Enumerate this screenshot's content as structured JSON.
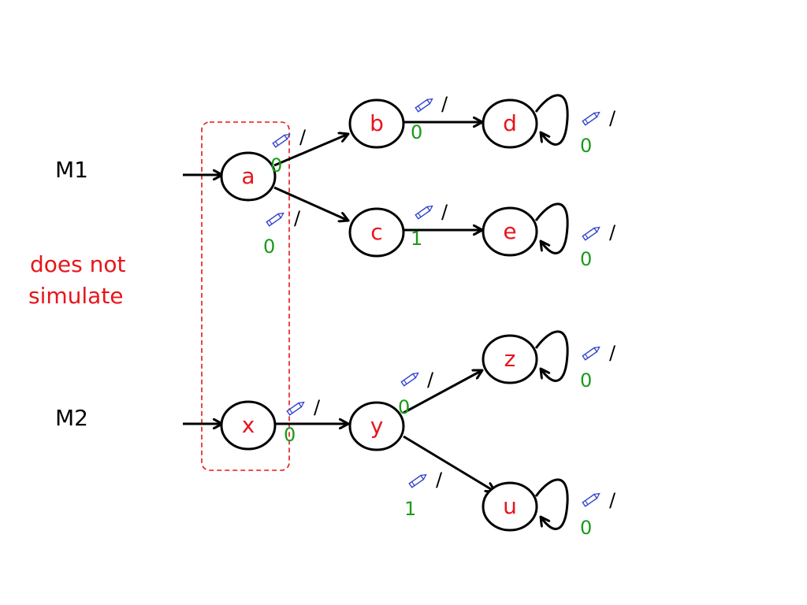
{
  "machines": [
    {
      "label": "M1"
    },
    {
      "label": "M2"
    }
  ],
  "note": {
    "line1": "does not",
    "line2": "simulate"
  },
  "states": {
    "a": "a",
    "b": "b",
    "c": "c",
    "d": "d",
    "e": "e",
    "x": "x",
    "y": "y",
    "z": "z",
    "u": "u"
  },
  "transitions": {
    "ab": {
      "input_icon": "pencil-icon",
      "separator": "/",
      "output": "0"
    },
    "ac": {
      "input_icon": "pencil-icon",
      "separator": "/",
      "output": "0"
    },
    "bd": {
      "input_icon": "pencil-icon",
      "separator": "/",
      "output": "0"
    },
    "ce": {
      "input_icon": "pencil-icon",
      "separator": "/",
      "output": "1"
    },
    "dd": {
      "input_icon": "pencil-icon",
      "separator": "/",
      "output": "0"
    },
    "ee": {
      "input_icon": "pencil-icon",
      "separator": "/",
      "output": "0"
    },
    "xy": {
      "input_icon": "pencil-icon",
      "separator": "/",
      "output": "0"
    },
    "yz": {
      "input_icon": "pencil-icon",
      "separator": "/",
      "output": "0"
    },
    "yu": {
      "input_icon": "pencil-icon",
      "separator": "/",
      "output": "1"
    },
    "zz": {
      "input_icon": "pencil-icon",
      "separator": "/",
      "output": "0"
    },
    "uu": {
      "input_icon": "pencil-icon",
      "separator": "/",
      "output": "0"
    }
  },
  "colors": {
    "state_label": "#e8151b",
    "output": "#1a9a1a",
    "highlight_box": "#e8151b",
    "pencil": "#3344cc"
  }
}
